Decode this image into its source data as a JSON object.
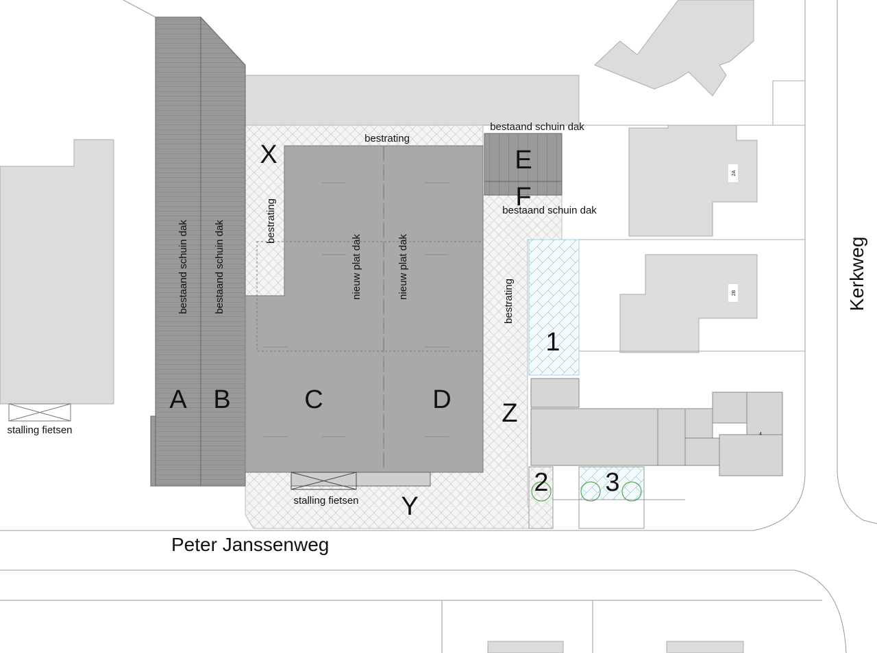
{
  "colors": {
    "existing_roof": "#9e9e9e",
    "new_roof": "#a9a9a9",
    "buildings": "#dcdcdc",
    "paving": "#f2f2f2",
    "green": "#4caf50",
    "water_hatch": "#7fc8d8"
  },
  "roads": {
    "horizontal": "Peter Janssenweg",
    "vertical": "Kerkweg"
  },
  "zones": {
    "A": "A",
    "B": "B",
    "C": "C",
    "D": "D",
    "E": "E",
    "F": "F",
    "X": "X",
    "Y": "Y",
    "Z": "Z",
    "p1": "1",
    "p2": "2",
    "p3": "3"
  },
  "labels": {
    "roof_a": "bestaand schuin dak",
    "roof_b": "bestaand schuin dak",
    "roof_c": "nieuw plat dak",
    "roof_d": "nieuw plat dak",
    "roof_e": "bestaand schuin dak",
    "roof_f": "bestaand schuin dak",
    "paving_top": "bestrating",
    "paving_left": "bestrating",
    "paving_right": "bestrating",
    "bikes_left": "stalling fietsen",
    "bikes_front": "stalling fietsen"
  },
  "house_numbers": {
    "h2a": "2A",
    "h2b": "2B",
    "h4": "4"
  }
}
